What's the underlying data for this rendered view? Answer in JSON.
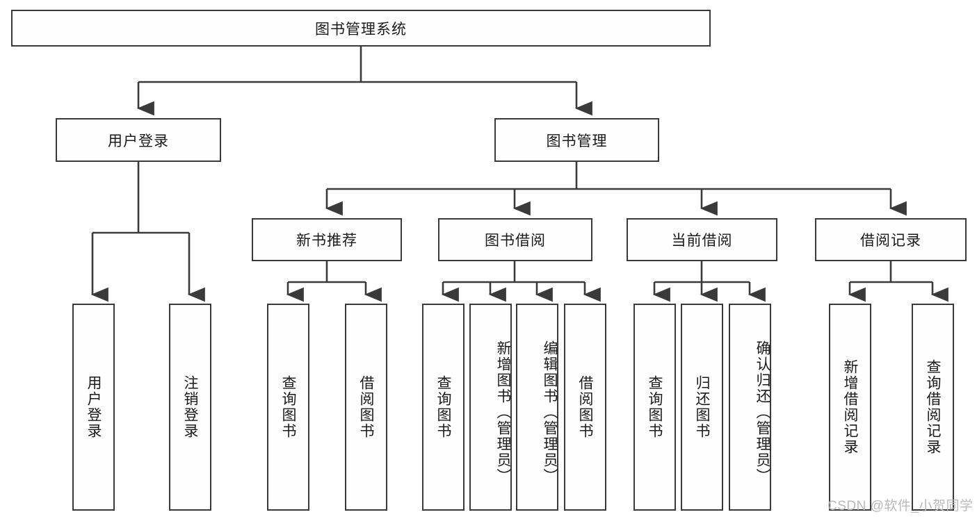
{
  "diagram": {
    "title_box": {
      "label": "图书管理系统"
    },
    "level2": [
      {
        "id": "user-login",
        "label": "用户登录"
      },
      {
        "id": "book-management",
        "label": "图书管理"
      }
    ],
    "level3": [
      {
        "id": "new-book-recommend",
        "label": "新书推荐"
      },
      {
        "id": "book-borrow",
        "label": "图书借阅"
      },
      {
        "id": "current-borrow",
        "label": "当前借阅"
      },
      {
        "id": "borrow-record",
        "label": "借阅记录"
      }
    ],
    "leaves": {
      "user_login": [
        {
          "id": "leaf-user-login",
          "label": "用户登录"
        },
        {
          "id": "leaf-logout-login",
          "label": "注销登录"
        }
      ],
      "new_book_recommend": [
        {
          "id": "leaf-query-book-1",
          "label": "查询图书"
        },
        {
          "id": "leaf-borrow-book-1",
          "label": "借阅图书"
        }
      ],
      "book_borrow": [
        {
          "id": "leaf-query-book-2",
          "label": "查询图书"
        },
        {
          "id": "leaf-add-book",
          "label": "新增图书（管理员）"
        },
        {
          "id": "leaf-edit-book",
          "label": "编辑图书（管理员）"
        },
        {
          "id": "leaf-borrow-book-2",
          "label": "借阅图书"
        }
      ],
      "current_borrow": [
        {
          "id": "leaf-query-book-3",
          "label": "查询图书"
        },
        {
          "id": "leaf-return-book",
          "label": "归还图书"
        },
        {
          "id": "leaf-confirm-return",
          "label": "确认归还（管理员）"
        }
      ],
      "borrow_record": [
        {
          "id": "leaf-add-record",
          "label": "新增借阅记录"
        },
        {
          "id": "leaf-query-record",
          "label": "查询借阅记录"
        }
      ]
    },
    "watermark": {
      "text": "CSDN @软件_小贺同学"
    },
    "colors": {
      "stroke": "#3a3a3a",
      "box_fill": "#fefefe",
      "text": "#1a1a1a",
      "watermark": "#b9b9b9",
      "background": "#ffffff"
    }
  }
}
